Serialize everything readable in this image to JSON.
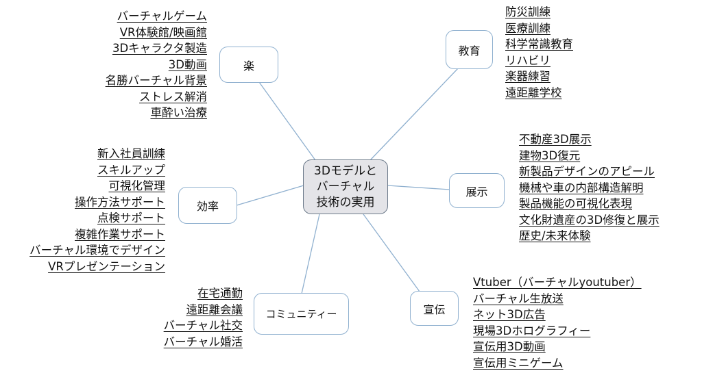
{
  "center": {
    "lines": [
      "3Dモデルと",
      "バーチャル",
      "技術の実用"
    ]
  },
  "branches": {
    "raku": {
      "label": "楽",
      "items": [
        "バーチャルゲーム",
        "VR体験館/映画館",
        "3Dキャラクタ製造",
        "3D動画",
        "名勝バーチャル背景",
        "ストレス解消",
        "車酔い治療"
      ]
    },
    "kyoiku": {
      "label": "教育",
      "items": [
        "防災訓練",
        "医療訓練",
        "科学常識教育",
        "リハビリ",
        "楽器練習",
        "遠距離学校"
      ]
    },
    "tenji": {
      "label": "展示",
      "items": [
        "不動産3D展示",
        "建物3D復元",
        "新製品デザインのアピール",
        "機械や車の内部構造解明",
        "製品機能の可視化表現",
        "文化財遺産の3D修復と展示",
        "歴史/未来体験"
      ]
    },
    "koritsu": {
      "label": "効率",
      "items": [
        "新入社員訓練",
        "スキルアップ",
        "可視化管理",
        "操作方法サポート",
        "点検サポート",
        "複雑作業サポート",
        "バーチャル環境でデザイン",
        "VRプレゼンテーション"
      ]
    },
    "senden": {
      "label": "宣伝",
      "items": [
        "Vtuber（バーチャルyoutuber）",
        "バーチャル生放送",
        "ネット3D広告",
        "現場3Dホログラフィー",
        "宣伝用3D動画",
        "宣伝用ミニゲーム"
      ]
    },
    "community": {
      "label": "コミュニティー",
      "items": [
        "在宅通勤",
        "遠距離会議",
        "バーチャル社交",
        "バーチャル婚活"
      ]
    }
  },
  "colors": {
    "connector": "#8fb0cf",
    "center_fill": "#e4e4e8"
  }
}
